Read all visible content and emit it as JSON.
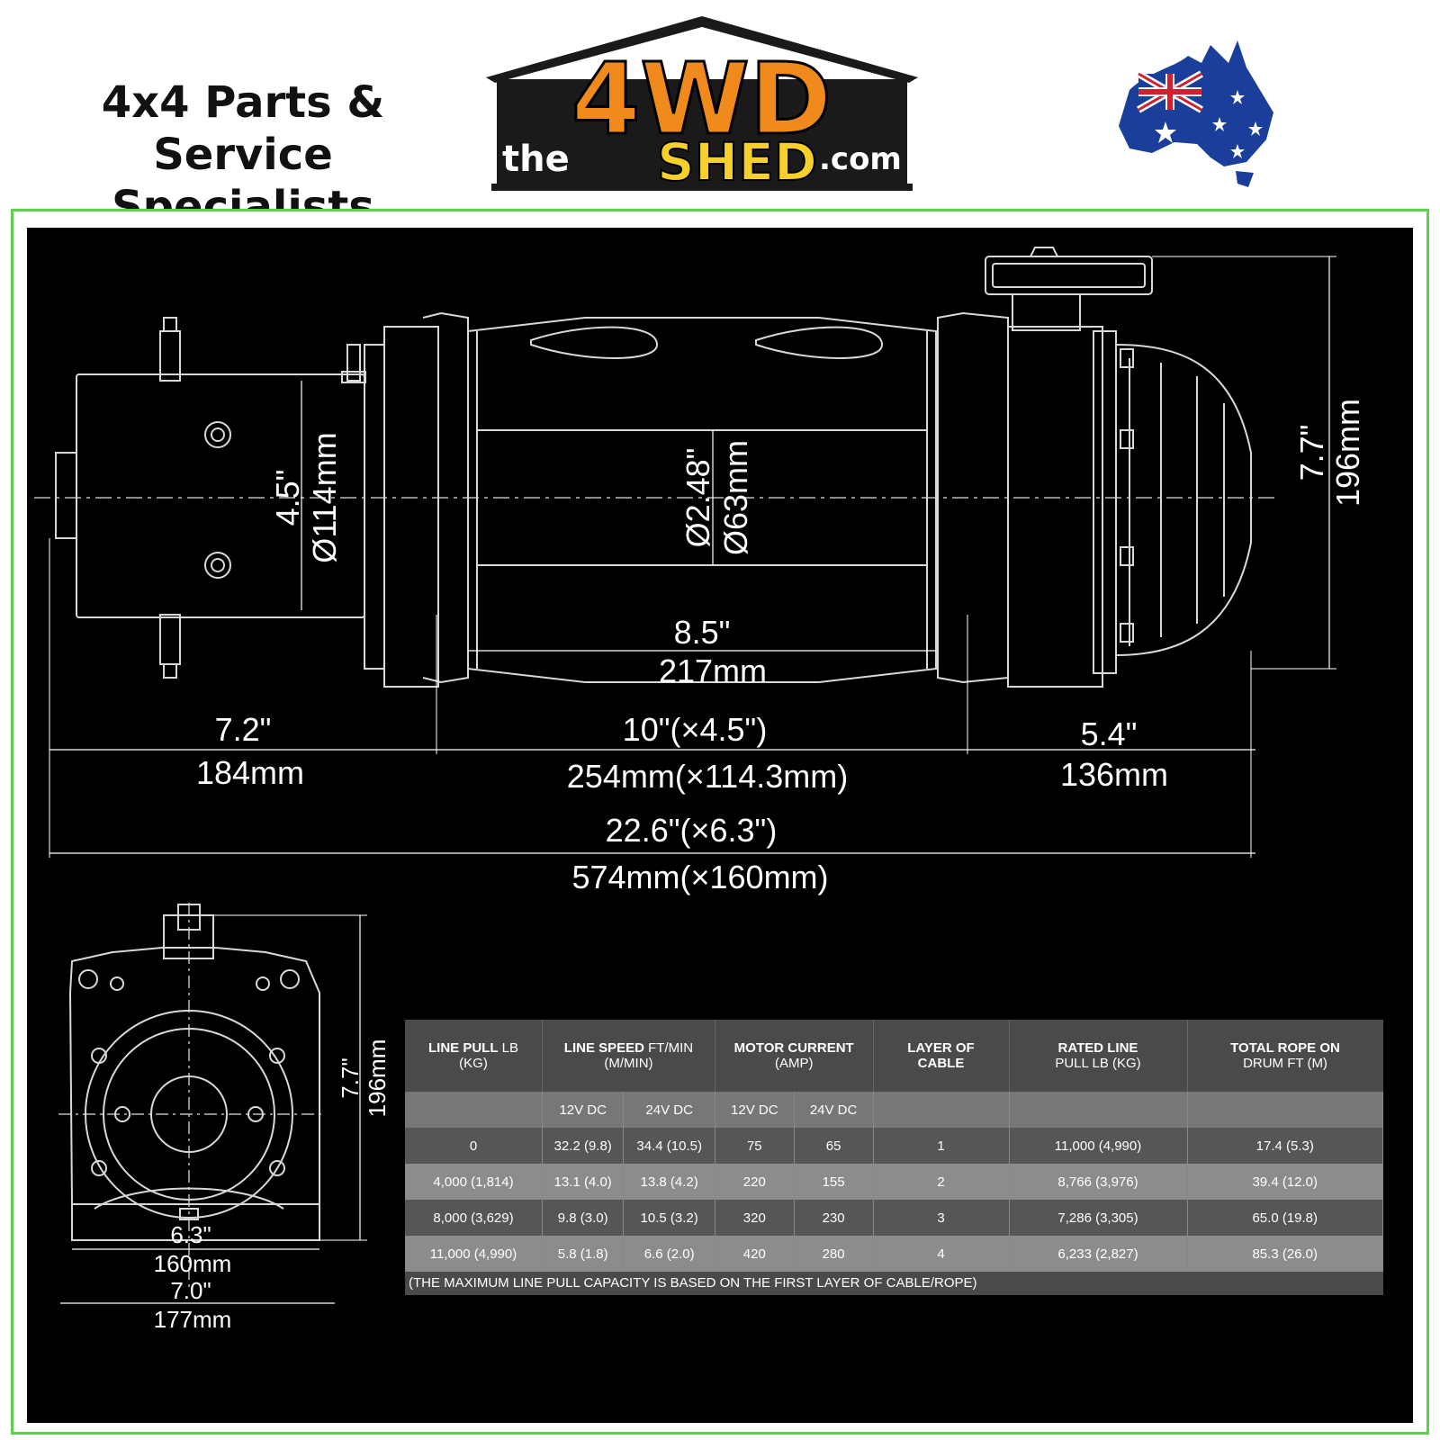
{
  "header": {
    "tagline_line1": "4x4 Parts & Service",
    "tagline_line2": "Specialists",
    "logo": {
      "prefix": "the",
      "main_top": "4WD",
      "main_bottom": "SHED",
      "suffix": ".com"
    }
  },
  "colors": {
    "frame_border": "#5dcf4a",
    "panel_bg": "#000000",
    "logo_orange": "#f08a1c",
    "logo_yellow": "#f7d02b"
  },
  "side_view": {
    "motor_height_in": "4.5\"",
    "motor_diameter": "Ø114mm",
    "drum_diameter_in": "Ø2.48\"",
    "drum_diameter_mm": "Ø63mm",
    "drum_length_in": "8.5\"",
    "drum_length_mm": "217mm",
    "height_in": "7.7\"",
    "height_mm": "196mm",
    "seg1_in": "7.2\"",
    "seg1_mm": "184mm",
    "seg2_in": "10\"(×4.5\")",
    "seg2_mm": "254mm(×114.3mm)",
    "seg3_in": "5.4\"",
    "seg3_mm": "136mm",
    "total_in": "22.6\"(×6.3\")",
    "total_mm": "574mm(×160mm)"
  },
  "end_view": {
    "height_in": "7.7\"",
    "height_mm": "196mm",
    "width1_in": "6.3\"",
    "width1_mm": "160mm",
    "width2_in": "7.0\"",
    "width2_mm": "177mm"
  },
  "table": {
    "headers": [
      {
        "bold": "LINE PULL",
        "light": " LB",
        "line2": "(KG)"
      },
      {
        "bold": "LINE SPEED",
        "light": " FT/MIN",
        "line2": "(M/MIN)"
      },
      {
        "bold": "MOTOR CURRENT",
        "light": "",
        "line2": "(AMP)"
      },
      {
        "bold": "LAYER OF",
        "light": "",
        "line2": "CABLE"
      },
      {
        "bold": "RATED LINE",
        "light": "",
        "line2": "PULL LB (KG)"
      },
      {
        "bold": "TOTAL ROPE ON",
        "light": "",
        "line2": "DRUM FT (M)"
      }
    ],
    "subheaders": [
      "",
      "12V DC",
      "24V DC",
      "12V DC",
      "24V DC",
      "",
      "",
      ""
    ],
    "rows": [
      [
        "0",
        "32.2 (9.8)",
        "34.4 (10.5)",
        "75",
        "65",
        "1",
        "11,000 (4,990)",
        "17.4 (5.3)"
      ],
      [
        "4,000 (1,814)",
        "13.1 (4.0)",
        "13.8 (4.2)",
        "220",
        "155",
        "2",
        "8,766 (3,976)",
        "39.4 (12.0)"
      ],
      [
        "8,000 (3,629)",
        "9.8 (3.0)",
        "10.5 (3.2)",
        "320",
        "230",
        "3",
        "7,286 (3,305)",
        "65.0 (19.8)"
      ],
      [
        "11,000 (4,990)",
        "5.8 (1.8)",
        "6.6 (2.0)",
        "420",
        "280",
        "4",
        "6,233 (2,827)",
        "85.3 (26.0)"
      ]
    ],
    "note": "(THE MAXIMUM LINE PULL CAPACITY IS BASED ON THE FIRST LAYER OF CABLE/ROPE)"
  }
}
